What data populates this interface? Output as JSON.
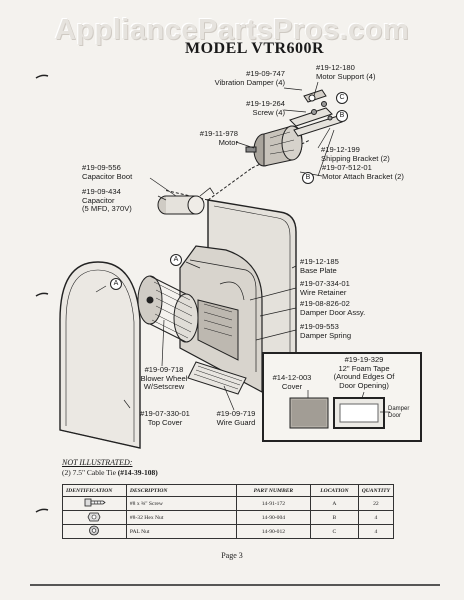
{
  "watermark": "AppliancePartsPros.com",
  "title": "MODEL VTR600R",
  "callouts": {
    "vibration_damper": [
      "#19-09-747",
      "Vibration Damper (4)"
    ],
    "motor_support": [
      "#19-12-180",
      "Motor Support (4)"
    ],
    "screw": [
      "#19-19-264",
      "Screw (4)"
    ],
    "motor": [
      "#19-11-978",
      "Motor"
    ],
    "shipping_bracket": [
      "#19-12-199",
      "Shipping Bracket (2)"
    ],
    "motor_attach_bracket": [
      "#19-07-512-01",
      "Motor Attach Bracket (2)"
    ],
    "capacitor_boot": [
      "#19-09-556",
      "Capacitor Boot"
    ],
    "capacitor": [
      "#19-09-434",
      "Capacitor",
      "(5 MFD, 370V)"
    ],
    "base_plate": [
      "#19-12-185",
      "Base Plate"
    ],
    "wire_retainer": [
      "#19-07-334-01",
      "Wire Retainer"
    ],
    "damper_door": [
      "#19-08-826-02",
      "Damper Door Assy."
    ],
    "damper_spring": [
      "#19-09-553",
      "Damper Spring"
    ],
    "blower_wheel": [
      "#19-09-718",
      "Blower Wheel",
      "W/Setscrew"
    ],
    "wire_guard": [
      "#19-09-719",
      "Wire Guard"
    ],
    "top_cover": [
      "#19-07-330-01",
      "Top Cover"
    ],
    "foam_tape": [
      "#19-19-329",
      "12\" Foam Tape",
      "(Around Edges Of",
      "Door Opening)"
    ],
    "cover": [
      "#14-12-003",
      "Cover"
    ],
    "damper_label": [
      "Damper",
      "Door"
    ]
  },
  "markers": {
    "a": "A",
    "b": "B",
    "c": "C"
  },
  "not_illustrated": "NOT ILLUSTRATED:",
  "cable_tie_note": {
    "text": "(2) 7.5\" Cable Tie ",
    "part": "(#14-39-108)"
  },
  "table": {
    "headers": [
      "IDENTIFICATION",
      "DESCRIPTION",
      "PART NUMBER",
      "LOCATION",
      "QUANTITY"
    ],
    "rows": [
      {
        "icon": "screw-icon",
        "description": "#8 x ⅜\" Screw",
        "part_number": "14-91-172",
        "location": "A",
        "quantity": "22"
      },
      {
        "icon": "hex-nut-icon",
        "description": "#8-32 Hex Nut",
        "part_number": "14-90-004",
        "location": "B",
        "quantity": "4"
      },
      {
        "icon": "pal-nut-icon",
        "description": "PAL Nut",
        "part_number": "14-90-012",
        "location": "C",
        "quantity": "4"
      }
    ]
  },
  "page": "Page 3"
}
